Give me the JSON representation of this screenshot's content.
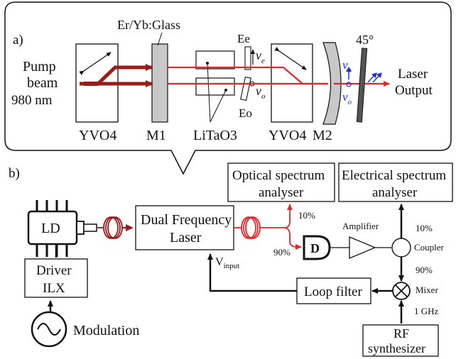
{
  "panel_a": {
    "label": "a)",
    "pump_line1": "Pump",
    "pump_line2": "beam",
    "pump_line3": "980 nm",
    "gain_medium": "Er/Yb:Glass",
    "crystal_left": "YVO4",
    "mirror1": "M1",
    "modulators": "LiTaO3",
    "crystal_right": "YVO4",
    "mirror2": "M2",
    "electrode_e": "Ee",
    "electrode_o": "Eo",
    "nu_e": "ν",
    "nu_e_sub": "e",
    "nu_o": "ν",
    "nu_o_sub": "o",
    "angle": "45°",
    "output_line1": "Laser",
    "output_line2": "Output"
  },
  "panel_b": {
    "label": "b)",
    "ld": "LD",
    "driver_line1": "Driver",
    "driver_line2": "ILX",
    "modulation": "Modulation",
    "dfl_line1": "Dual Frequency",
    "dfl_line2": "Laser",
    "osa_line1": "Optical spectrum",
    "osa_line2": "analyser",
    "esa_line1": "Electrical spectrum",
    "esa_line2": "analyser",
    "split_top": "10%",
    "split_bottom": "90%",
    "detector": "D",
    "amplifier": "Amplifier",
    "coupler_top": "10%",
    "coupler": "Coupler",
    "coupler_bottom": "90%",
    "mixer": "Mixer",
    "freq": "1 GHz",
    "loop_filter": "Loop filter",
    "vinput": "V",
    "vinput_sub": "input",
    "rf_line1": "RF",
    "rf_line2": "synthesizer"
  },
  "colors": {
    "beam_dark": "#9b1b1b",
    "beam_red": "#e3262a",
    "pol_blue": "#1a2fd6",
    "mirror_gray": "#c8c8c8",
    "stroke": "#111111"
  }
}
